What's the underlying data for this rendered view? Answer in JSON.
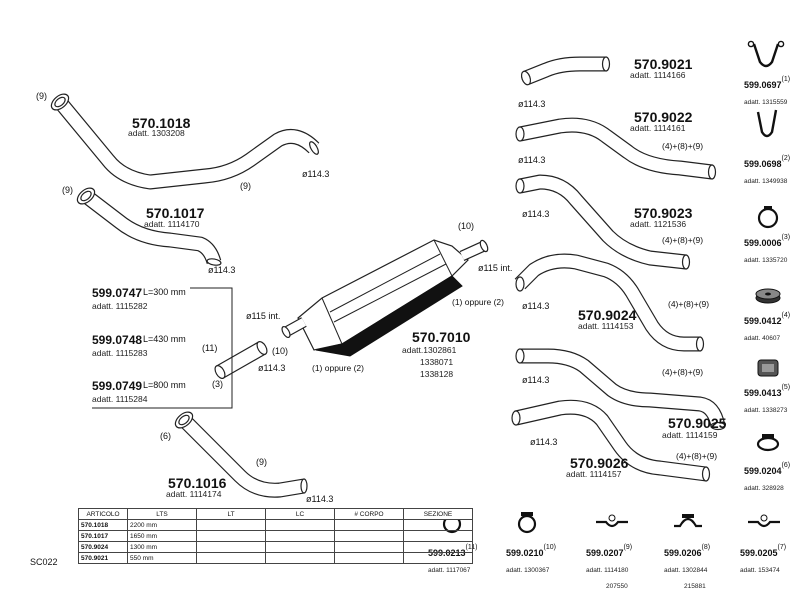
{
  "diagram_code": "SC022",
  "pipes": [
    {
      "code": "570.1018",
      "adatt": "adatt. 1303208",
      "diameter": "ø114.3",
      "markers": [
        "(9)",
        "(9)"
      ]
    },
    {
      "code": "570.1017",
      "adatt": "adatt. 1114170",
      "diameter": "ø114.3",
      "markers": [
        "(9)"
      ]
    },
    {
      "code": "570.1016",
      "adatt": "adatt. 1114174",
      "diameter": "ø114.3",
      "markers": [
        "(6)",
        "(9)"
      ]
    },
    {
      "code": "570.9021",
      "adatt": "adatt. 1114166",
      "diameter": "ø114.3"
    },
    {
      "code": "570.9022",
      "adatt": "adatt. 1114161",
      "diameter": "ø114.3",
      "note": "(4)+(8)+(9)"
    },
    {
      "code": "570.9023",
      "adatt": "adatt. 1121536",
      "diameter": "ø114.3",
      "note": "(4)+(8)+(9)"
    },
    {
      "code": "570.9024",
      "adatt": "adatt. 1114153",
      "diameter": "ø114.3",
      "note": "(4)+(8)+(9)"
    },
    {
      "code": "570.9025",
      "adatt": "adatt. 1114159",
      "diameter": "ø114.3",
      "note": "(4)+(8)+(9)"
    },
    {
      "code": "570.9026",
      "adatt": "adatt. 1114157",
      "diameter": "ø114.3",
      "note": "(4)+(8)+(9)"
    }
  ],
  "connector_pipes": [
    {
      "code": "599.0747",
      "length": "L=300  mm",
      "adatt": "adatt. 1115282"
    },
    {
      "code": "599.0748",
      "length": "L=430  mm",
      "adatt": "adatt. 1115283"
    },
    {
      "code": "599.0749",
      "length": "L=800  mm",
      "adatt": "adatt. 1115284"
    }
  ],
  "connector_markers": {
    "left": "(11)",
    "lower": "(3)",
    "end": "(10)",
    "diameter": "ø114.3"
  },
  "muffler": {
    "code": "570.7010",
    "adatt_lines": [
      "adatt.1302861",
      "1338071",
      "1338128"
    ],
    "inlet": "ø115  int.",
    "outlet": "ø115  int.",
    "inlet_marker": "(10)",
    "outlet_marker": "(10)",
    "note_left": "(1) oppure (2)",
    "note_right": "(1) oppure (2)"
  },
  "fittings_right": [
    {
      "code": "599.0697",
      "qty": "(1)",
      "adatt": "adatt. 1315559",
      "icon": "u-hanger-icon"
    },
    {
      "code": "599.0698",
      "qty": "(2)",
      "adatt": "adatt. 1349938",
      "icon": "hook-hanger-icon"
    },
    {
      "code": "599.0006",
      "qty": "(3)",
      "adatt": "adatt. 1335720",
      "icon": "clamp-ring-icon"
    },
    {
      "code": "599.0412",
      "qty": "(4)",
      "adatt": "adatt. 40607",
      "icon": "rubber-mount-icon"
    },
    {
      "code": "599.0413",
      "qty": "(5)",
      "adatt": "adatt. 1338273",
      "icon": "rubber-block-icon"
    },
    {
      "code": "599.0204",
      "qty": "(6)",
      "adatt": "adatt. 328928",
      "icon": "band-clamp-icon"
    }
  ],
  "fittings_bottom": [
    {
      "code": "599.0213",
      "qty": "(11)",
      "adatt": "adatt. 1117067",
      "adatt2": "",
      "icon": "ring-clamp-icon"
    },
    {
      "code": "599.0210",
      "qty": "(10)",
      "adatt": "adatt. 1300367",
      "adatt2": "",
      "icon": "ring-clamp-icon"
    },
    {
      "code": "599.0207",
      "qty": "(9)",
      "adatt": "adatt. 1114180",
      "adatt2": "207550",
      "icon": "saddle-clamp-icon"
    },
    {
      "code": "599.0206",
      "qty": "(8)",
      "adatt": "adatt. 1302844",
      "adatt2": "215881",
      "icon": "saddle-clamp-icon"
    },
    {
      "code": "599.0205",
      "qty": "(7)",
      "adatt": "adatt. 153474",
      "adatt2": "",
      "icon": "saddle-clamp-icon"
    }
  ],
  "table": {
    "headers": [
      "ARTICOLO",
      "LTS",
      "LT",
      "LC",
      "# CORPO",
      "SEZIONE"
    ],
    "rows": [
      [
        "570.1018",
        "2200  mm",
        "",
        "",
        "",
        ""
      ],
      [
        "570.1017",
        "1650  mm",
        "",
        "",
        "",
        ""
      ],
      [
        "570.9024",
        "1300  mm",
        "",
        "",
        "",
        ""
      ],
      [
        "570.9021",
        "550  mm",
        "",
        "",
        "",
        ""
      ]
    ]
  }
}
